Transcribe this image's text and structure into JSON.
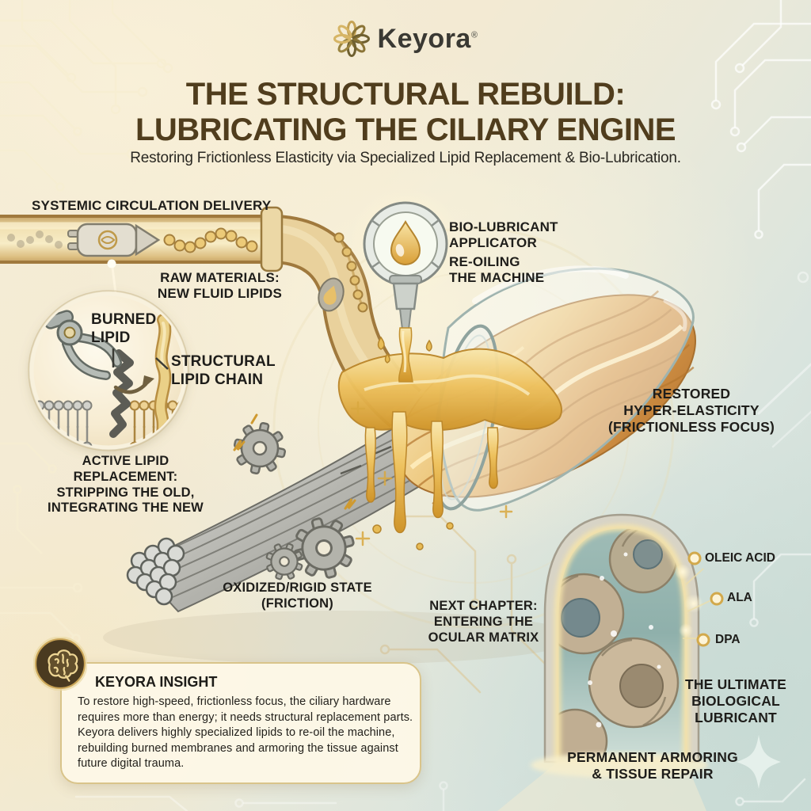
{
  "brand": {
    "name": "Keyora",
    "reg_mark": "®"
  },
  "header": {
    "title": "THE STRUCTURAL REBUILD:\nLUBRICATING THE CILIARY ENGINE",
    "subtitle": "Restoring Frictionless Elasticity via Specialized Lipid Replacement & Bio-Lubrication."
  },
  "diagram": {
    "systemic_circulation": "SYSTEMIC CIRCULATION DELIVERY",
    "raw_materials": "RAW MATERIALS:\nNEW FLUID LIPIDS",
    "burned_lipid": "BURNED\nLIPID",
    "structural_lipid_chain": "STRUCTURAL\nLIPID CHAIN",
    "bio_lubricant_applicator": "BIO-LUBRICANT\nAPPLICATOR",
    "re_oiling": "RE-OILING\nTHE MACHINE",
    "restored": "RESTORED\nHYPER-ELASTICITY\n(FRICTIONLESS FOCUS)",
    "active_replacement": "ACTIVE LIPID REPLACEMENT:\nSTRIPPING THE OLD,\nINTEGRATING THE NEW",
    "oxidized": "OXIDIZED/RIGID STATE\n(FRICTION)",
    "next_chapter": "NEXT CHAPTER:\nENTERING THE\nOCULAR MATRIX",
    "ultimate": "THE ULTIMATE\nBIOLOGICAL\nLUBRICANT",
    "armoring": "PERMANENT ARMORING\n& TISSUE REPAIR"
  },
  "nutrients": [
    {
      "label": "OLEIC ACID"
    },
    {
      "label": "ALA"
    },
    {
      "label": "DPA"
    }
  ],
  "insight": {
    "title": "KEYORA INSIGHT",
    "body": "To restore high-speed, frictionless focus, the ciliary hardware requires more than energy; it needs structural replacement parts. Keyora delivers highly specialized lipids to re-oil the machine, rebuilding burned membranes and armoring the tissue against future digital trauma."
  },
  "icons": {
    "logo_flower": "petal-ring-flower",
    "brain": "brain-lineart",
    "oil_drop": "droplet",
    "gear": "cog",
    "sparkle": "four-point-star",
    "capsule": "delivery-capsule",
    "claw": "robotic-claw"
  },
  "colors": {
    "title_brown": "#503D1D",
    "text_dark": "#1E1D1A",
    "accent_gold": "#D9A94F",
    "oil_gold": "#E8BC55",
    "cream_bg": "#F5EDD6",
    "teal_bg": "#CBDCD6",
    "card_bg": "#FCF7E6",
    "card_border": "#D9C48A",
    "pipe_gold": "#E3C98E",
    "gray_fiber": "#9C9C96",
    "arch_teal": "#9DB9B4"
  }
}
